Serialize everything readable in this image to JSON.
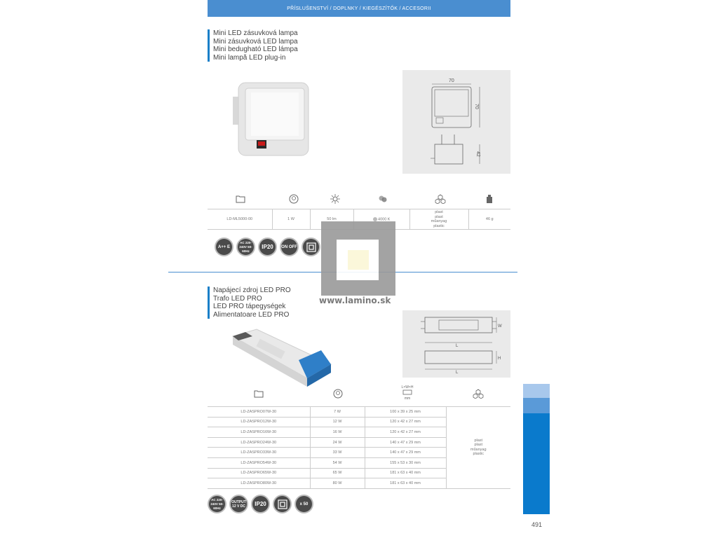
{
  "header": {
    "category": "PŘÍSLUŠENSTVÍ / DOPLNKY / KIEGÉSZÍTŐK / ACCESORII"
  },
  "section1": {
    "titles": [
      "Mini LED zásuvková lampa",
      "Mini zásuvková LED lampa",
      "Mini bedugható LED lámpa",
      "Mini lampă LED plug-in"
    ],
    "drawing_dims": {
      "width": "70",
      "height": "70",
      "depth": "42"
    },
    "table": {
      "code": "LD-ML5000-00",
      "power": "1 W",
      "lumen": "50 lm",
      "color_temp": "4000 K",
      "material": [
        "plast",
        "plast",
        "műanyag",
        "plastic"
      ],
      "weight": "46 g"
    },
    "badges": [
      "A++ E",
      "AC 220-240V 50-60Hz",
      "IP20",
      "ON OFF",
      "class II"
    ]
  },
  "section2": {
    "titles": [
      "Napájecí zdroj LED PRO",
      "Trafo LED PRO",
      "LED PRO tápegységek",
      "Alimentatoare LED PRO"
    ],
    "drawing_dims": {
      "w": "W",
      "l": "L",
      "h": "H"
    },
    "dims_label": "L×W×H",
    "dims_unit": "mm",
    "rows": [
      {
        "code": "LD-ZASPRO07W-30",
        "power": "7 W",
        "size": "100 x 39 x 25 mm"
      },
      {
        "code": "LD-ZASPRO12W-30",
        "power": "12 W",
        "size": "120 x 42 x 27 mm"
      },
      {
        "code": "LD-ZASPRO16W-30",
        "power": "16 W",
        "size": "120 x 42 x 27 mm"
      },
      {
        "code": "LD-ZASPRO24W-30",
        "power": "24 W",
        "size": "140 x 47 x 29 mm"
      },
      {
        "code": "LD-ZASPRO33W-30",
        "power": "33 W",
        "size": "140 x 47 x 29 mm"
      },
      {
        "code": "LD-ZASPRO54W-30",
        "power": "54 W",
        "size": "155 x 53 x 30 mm"
      },
      {
        "code": "LD-ZASPRO65W-30",
        "power": "65 W",
        "size": "181 x 63 x 40 mm"
      },
      {
        "code": "LD-ZASPRO80W-30",
        "power": "80 W",
        "size": "181 x 63 x 40 mm"
      }
    ],
    "material": [
      "plast",
      "plast",
      "műanyag",
      "plastic"
    ],
    "badges": [
      "AC 220-240V 50-60Hz",
      "OUTPUT 12 V DC",
      "IP20",
      "class II",
      "x 50"
    ]
  },
  "watermark": "www.lamino.sk",
  "page_number": "491",
  "colors": {
    "accent": "#4a8ed0",
    "tab_light": "#a8c8ec",
    "tab_mid": "#5a9ad8",
    "tab_dark": "#0a7acc"
  }
}
